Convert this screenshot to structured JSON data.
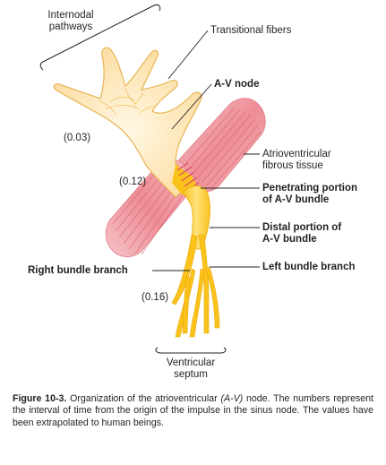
{
  "labels": {
    "internodal_pathways": [
      "Internodal",
      "pathways"
    ],
    "transitional_fibers": "Transitional fibers",
    "av_node": "A-V node",
    "atrioventricular_fibrous_tissue": [
      "Atrioventricular",
      "fibrous tissue"
    ],
    "penetrating_portion": [
      "Penetrating portion",
      "of A-V bundle"
    ],
    "distal_portion": [
      "Distal portion of",
      "A-V bundle"
    ],
    "left_bundle_branch": "Left bundle branch",
    "right_bundle_branch": "Right bundle branch",
    "ventricular_septum": [
      "Ventricular",
      "septum"
    ]
  },
  "intervals": {
    "node_entry": "(0.03)",
    "bundle": "(0.12)",
    "branches": "(0.16)"
  },
  "caption": {
    "figure_label": "Figure 10-3.",
    "text_before": " Organization of the atrioventricular ",
    "abbreviation": "(A-V)",
    "text_after": " node. The numbers represent the interval of time from the origin of the impulse in the sinus node. The values have been extrapolated to human beings."
  },
  "colors": {
    "node_fill": "#fde3a6",
    "node_center": "#fff6dd",
    "bundle_yellow": "#fccb2c",
    "fibrous_tissue": "#ef9aa1",
    "fibrous_lines": "#d85a68",
    "lines": "#231f20"
  }
}
